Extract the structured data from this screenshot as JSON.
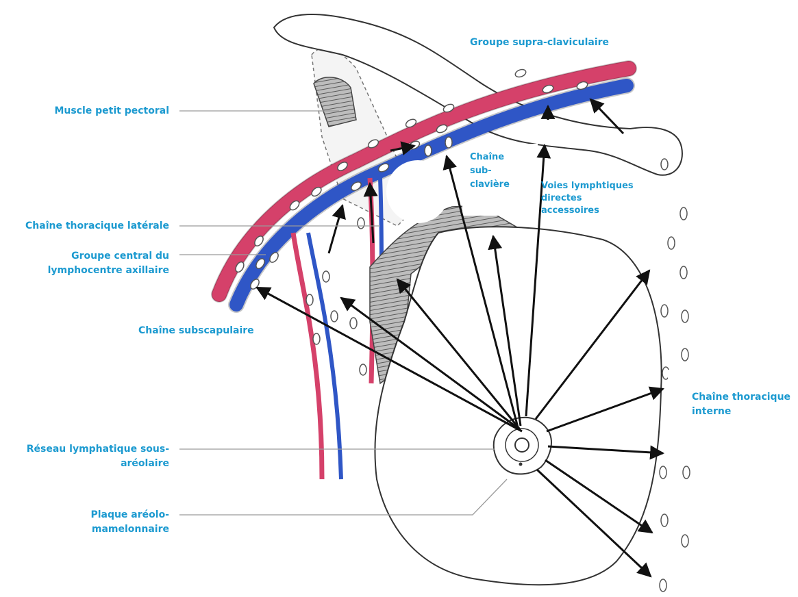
{
  "labels": {
    "supra_clavicular": "Groupe supra-claviculaire",
    "petit_pectoral": "Muscle petit pectoral",
    "sub_claviere_1": "Chaîne",
    "sub_claviere_2": "sub-",
    "sub_claviere_3": "clavière",
    "voies_1": "Voies lymphtiques",
    "voies_2": "directes",
    "voies_3": "accessoires",
    "thoracique_laterale": "Chaîne thoracique latérale",
    "groupe_central_1": "Groupe central du",
    "groupe_central_2": "lymphocentre axillaire",
    "subscapulaire": "Chaîne subscapulaire",
    "thoracique_interne_1": "Chaîne thoracique",
    "thoracique_interne_2": "interne",
    "reseau_1": "Réseau lymphatique sous-",
    "reseau_2": "aréolaire",
    "plaque_1": "Plaque aréolo-",
    "plaque_2": "mamelonnaire"
  },
  "colors": {
    "label": "#1c9ad0",
    "artery": "#d5416a",
    "vein": "#2f56c6",
    "outline": "#333333",
    "arrow": "#111111",
    "leader": "#9a9a9a"
  }
}
